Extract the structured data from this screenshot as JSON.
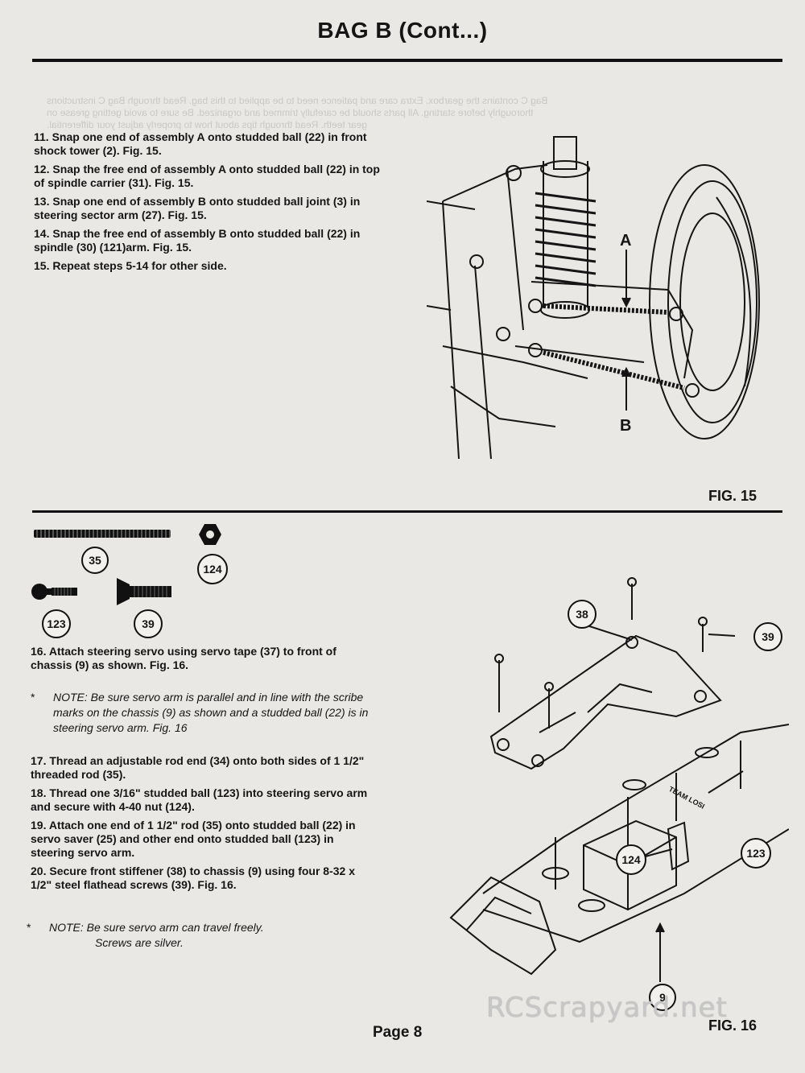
{
  "page": {
    "title": "BAG B (Cont...)",
    "page_number": "Page 8",
    "watermark": "RCScrapyard.net"
  },
  "section1": {
    "steps": [
      "11. Snap one end of assembly A onto studded ball (22) in front shock tower (2). Fig. 15.",
      "12. Snap the free end of assembly A onto studded ball (22) in top of spindle carrier (31). Fig. 15.",
      "13. Snap one end of assembly B onto studded ball joint (3)  in steering sector arm (27). Fig. 15.",
      "14. Snap the free end of assembly B onto studded ball (22) in spindle (30) (121)arm. Fig. 15.",
      "15. Repeat steps 5-14 for other side."
    ],
    "figure": {
      "label": "FIG. 15",
      "callout_a": "A",
      "callout_b": "B"
    }
  },
  "section2": {
    "parts": [
      {
        "id": "35",
        "icon": "threaded-rod"
      },
      {
        "id": "124",
        "icon": "hex-nut"
      },
      {
        "id": "123",
        "icon": "studded-ball"
      },
      {
        "id": "39",
        "icon": "flathead-screw"
      }
    ],
    "step16": "16. Attach steering servo using servo tape (37) to front of chassis (9) as shown. Fig. 16.",
    "note1_star": "*",
    "note1": "NOTE:  Be sure servo arm is parallel and in line with the scribe marks on the chassis (9) as shown and a studded ball (22) is in steering servo arm. Fig. 16",
    "steps": [
      "17. Thread an adjustable rod end (34) onto both sides of 1 1/2\" threaded rod (35).",
      "18. Thread one 3/16\" studded ball (123) into steering servo arm and secure with 4-40 nut (124).",
      "19. Attach one end of 1 1/2\" rod (35) onto studded ball (22) in servo saver (25) and other end onto studded ball (123) in steering servo arm.",
      "20. Secure front stiffener (38) to chassis (9) using four 8-32 x 1/2\" steel flathead screws (39). Fig. 16."
    ],
    "note2_star": "*",
    "note2_line1": "NOTE:  Be sure servo arm can travel freely.",
    "note2_line2": "Screws are silver.",
    "figure": {
      "label": "FIG. 16",
      "callouts": [
        "38",
        "39",
        "124",
        "123",
        "9"
      ],
      "chassis_text": "TEAM LOSI"
    }
  },
  "bleed_through": {
    "line1": "Bag C contains the gearbox. Extra care and patience need to be applied to this bag. Read through Bag C instructions",
    "line2": "thoroughly before starting. All parts should be carefully trimmed and organized. Be sure to avoid getting grease on",
    "line3": "gear teeth. Read through tips about how to properly adjust your differential."
  },
  "colors": {
    "paper": "#e9e8e5",
    "ink": "#151515",
    "watermark": "#c7c7c7"
  }
}
